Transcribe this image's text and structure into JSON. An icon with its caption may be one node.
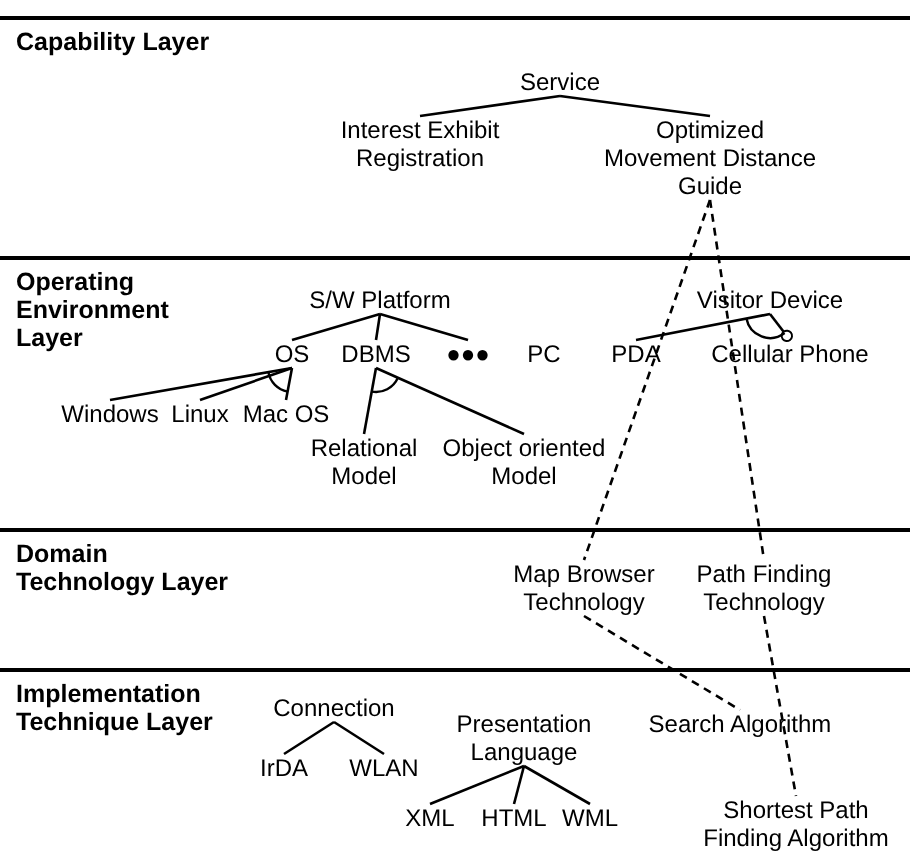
{
  "diagram": {
    "nodes": [
      {
        "text": [
          "Capability Layer"
        ]
      },
      {
        "text": [
          "Service"
        ],
        "in": 0
      },
      {
        "text": [
          "Interest Exhibit Registration"
        ],
        "in": 0
      },
      {
        "text": [
          "Optimized Movement Distance Guide"
        ],
        "in": 0
      },
      {
        "text": [
          "Operating Environment Layer"
        ]
      },
      {
        "text": [
          "S/W Platform"
        ],
        "in": 4
      },
      {
        "text": [
          "Visitor Device"
        ],
        "in": 4
      },
      {
        "text": [
          "OS"
        ],
        "in": 4
      },
      {
        "text": [
          "DBMS"
        ],
        "in": 4
      },
      {
        "text": [
          "●●●"
        ],
        "in": 4
      },
      {
        "text": [
          "PC"
        ],
        "in": 4
      },
      {
        "text": [
          "PDA"
        ],
        "in": 4
      },
      {
        "text": [
          "Cellular Phone"
        ],
        "in": 4
      },
      {
        "text": [
          "Windows"
        ],
        "in": 4
      },
      {
        "text": [
          "Linux"
        ],
        "in": 4
      },
      {
        "text": [
          "Mac OS"
        ],
        "in": 4
      },
      {
        "text": [
          "Relational Model"
        ],
        "in": 4
      },
      {
        "text": [
          "Object oriented Model"
        ],
        "in": 4
      },
      {
        "text": [
          "Domain Technology Layer"
        ]
      },
      {
        "text": [
          "Map Browser Technology"
        ],
        "in": 18
      },
      {
        "text": [
          "Path Finding Technology"
        ],
        "in": 18
      },
      {
        "text": [
          "Implementation Technique Layer"
        ]
      },
      {
        "text": [
          "Connection"
        ],
        "in": 21
      },
      {
        "text": [
          "Presentation Language"
        ],
        "in": 21
      },
      {
        "text": [
          "Search Algorithm"
        ],
        "in": 21
      },
      {
        "text": [
          "IrDA"
        ],
        "in": 21
      },
      {
        "text": [
          "WLAN"
        ],
        "in": 21
      },
      {
        "text": [
          "XML"
        ],
        "in": 21
      },
      {
        "text": [
          "HTML"
        ],
        "in": 21
      },
      {
        "text": [
          "WML"
        ],
        "in": 21
      },
      {
        "text": [
          "Shortest Path Finding Algorithm"
        ],
        "in": 21
      }
    ],
    "edges": [
      {
        "from": 1,
        "to": 2,
        "arrow": "none"
      },
      {
        "from": 1,
        "to": 3,
        "arrow": "none"
      },
      {
        "from": 5,
        "to": 7,
        "arrow": "none"
      },
      {
        "from": 5,
        "to": 8,
        "arrow": "none"
      },
      {
        "from": 5,
        "to": 9,
        "arrow": "none"
      },
      {
        "from": 6,
        "to": 11,
        "arrow": "none"
      },
      {
        "from": 6,
        "to": 12,
        "arrow": "other"
      },
      {
        "from": 7,
        "to": 13,
        "arrow": "none"
      },
      {
        "from": 7,
        "to": 14,
        "arrow": "none"
      },
      {
        "from": 7,
        "to": 15,
        "arrow": "none"
      },
      {
        "from": 8,
        "to": 16,
        "arrow": "none"
      },
      {
        "from": 8,
        "to": 17,
        "arrow": "none"
      },
      {
        "from": 22,
        "to": 25,
        "arrow": "none"
      },
      {
        "from": 22,
        "to": 26,
        "arrow": "none"
      },
      {
        "from": 23,
        "to": 27,
        "arrow": "none"
      },
      {
        "from": 23,
        "to": 28,
        "arrow": "none"
      },
      {
        "from": 23,
        "to": 29,
        "arrow": "none"
      },
      {
        "from": 3,
        "to": 19,
        "arrow": "none",
        "style": "dashed"
      },
      {
        "from": 3,
        "to": 20,
        "arrow": "none",
        "style": "dashed"
      },
      {
        "from": 19,
        "to": 24,
        "arrow": "none",
        "style": "dashed"
      },
      {
        "from": 20,
        "to": 30,
        "arrow": "none",
        "style": "dashed"
      }
    ]
  }
}
